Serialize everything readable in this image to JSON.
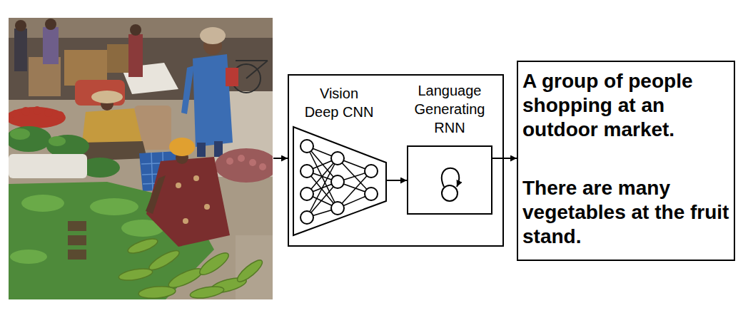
{
  "diagram": {
    "nodes": [
      {
        "text": [
          "Vision Deep CNN"
        ]
      },
      {
        "text": [
          "Language Generating RNN"
        ]
      },
      {
        "text": [
          "A group of people shopping at an outdoor market.",
          "There are many vegetables at the fruit stand."
        ]
      }
    ],
    "edges": [
      {
        "from": 0,
        "to": 1,
        "arrow": "to"
      },
      {
        "from": 1,
        "to": 2,
        "arrow": "to"
      }
    ]
  }
}
